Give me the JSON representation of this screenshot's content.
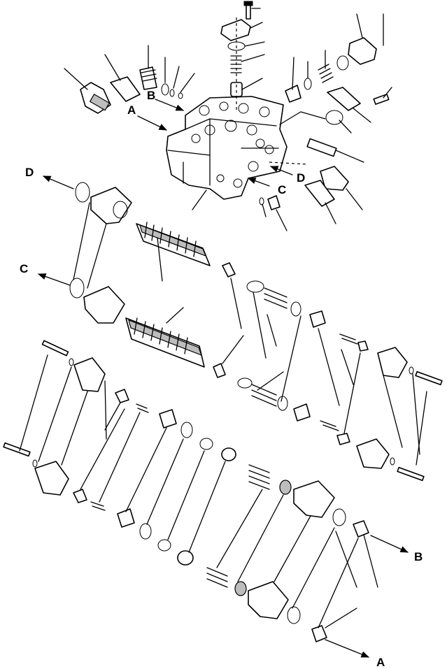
{
  "callouts": {
    "A": "A",
    "B": "B",
    "C": "C",
    "D": "D"
  },
  "colors": {
    "line": "#000000",
    "background": "#ffffff",
    "shade": "#bdbdbd"
  }
}
